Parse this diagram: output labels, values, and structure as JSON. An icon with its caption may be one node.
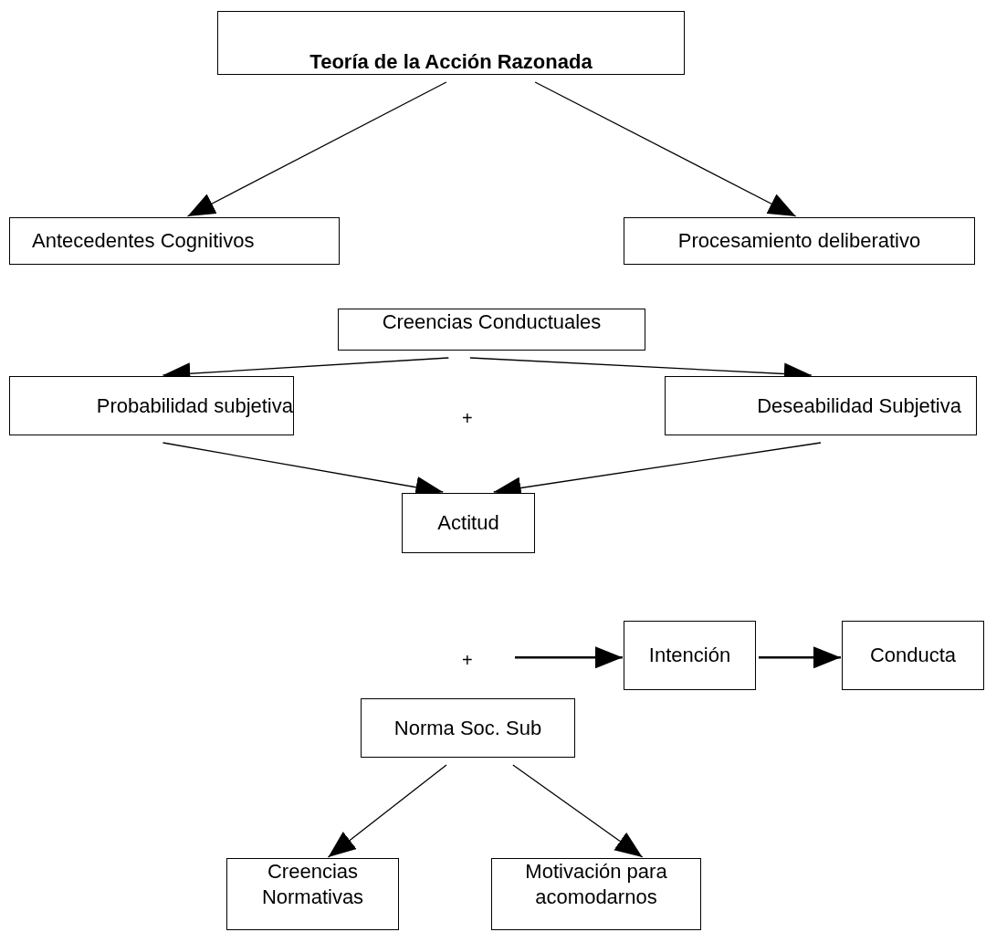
{
  "diagram": {
    "nodes": [
      {
        "text": [
          "Teoría de la Acción Razonada"
        ]
      },
      {
        "text": [
          "Antecedentes Cognitivos"
        ]
      },
      {
        "text": [
          "Procesamiento deliberativo"
        ]
      },
      {
        "text": [
          "Creencias Conductuales"
        ]
      },
      {
        "text": [
          "Probabilidad subjetiva"
        ]
      },
      {
        "text": [
          "Deseabilidad Subjetiva"
        ]
      },
      {
        "text": [
          "Actitud"
        ]
      },
      {
        "text": [
          "Intención"
        ]
      },
      {
        "text": [
          "Conducta"
        ]
      },
      {
        "text": [
          "Norma Soc. Sub"
        ]
      },
      {
        "text": [
          "Creencias Normativas"
        ]
      },
      {
        "text": [
          "Motivación para acomodarnos"
        ]
      }
    ],
    "edges": [
      {
        "from": 0,
        "to": 1,
        "arrow": "to"
      },
      {
        "from": 0,
        "to": 2,
        "arrow": "to"
      },
      {
        "from": 3,
        "to": 4,
        "arrow": "to"
      },
      {
        "from": 3,
        "to": 5,
        "arrow": "to"
      },
      {
        "from": 4,
        "to": 6,
        "arrow": "to"
      },
      {
        "from": 5,
        "to": 6,
        "arrow": "to"
      },
      {
        "from": null,
        "to": 7,
        "arrow": "to"
      },
      {
        "from": 7,
        "to": 8,
        "arrow": "to"
      },
      {
        "from": 9,
        "to": 10,
        "arrow": "to"
      },
      {
        "from": 9,
        "to": 11,
        "arrow": "to"
      }
    ],
    "labels": [
      "+",
      "+"
    ]
  }
}
